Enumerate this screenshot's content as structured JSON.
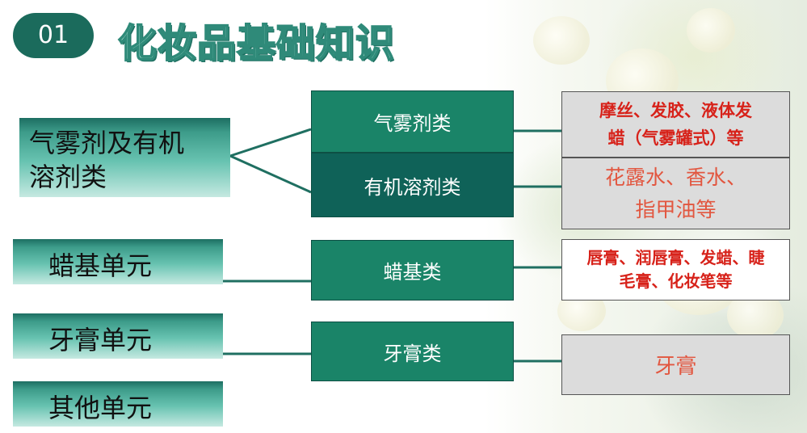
{
  "header": {
    "number": "01",
    "title": "化妆品基础知识"
  },
  "categories": {
    "aerosol": {
      "line1": "气雾剂及有机",
      "line2": "溶剂类"
    },
    "wax": "蜡基单元",
    "toothpaste": "牙膏单元",
    "other": "其他单元"
  },
  "types": {
    "aerosol": "气雾剂类",
    "organic_solvent": "有机溶剂类",
    "wax": "蜡基类",
    "toothpaste": "牙膏类"
  },
  "examples": {
    "aerosol": {
      "line1": "摩丝、发胶、液体发",
      "line2": "蜡（气雾罐式）等"
    },
    "organic_solvent": {
      "line1": "花露水、香水、",
      "line2": "指甲油等"
    },
    "wax": {
      "line1": "唇膏、润唇膏、发蜡、睫",
      "line2": "毛膏、化妆笔等"
    },
    "toothpaste": "牙膏"
  },
  "colors": {
    "badge": "#1b6b5c",
    "connector": "#1f6f61",
    "box_light": "#1a8468",
    "box_dark": "#0f6258",
    "example_text": "#d7221a"
  }
}
